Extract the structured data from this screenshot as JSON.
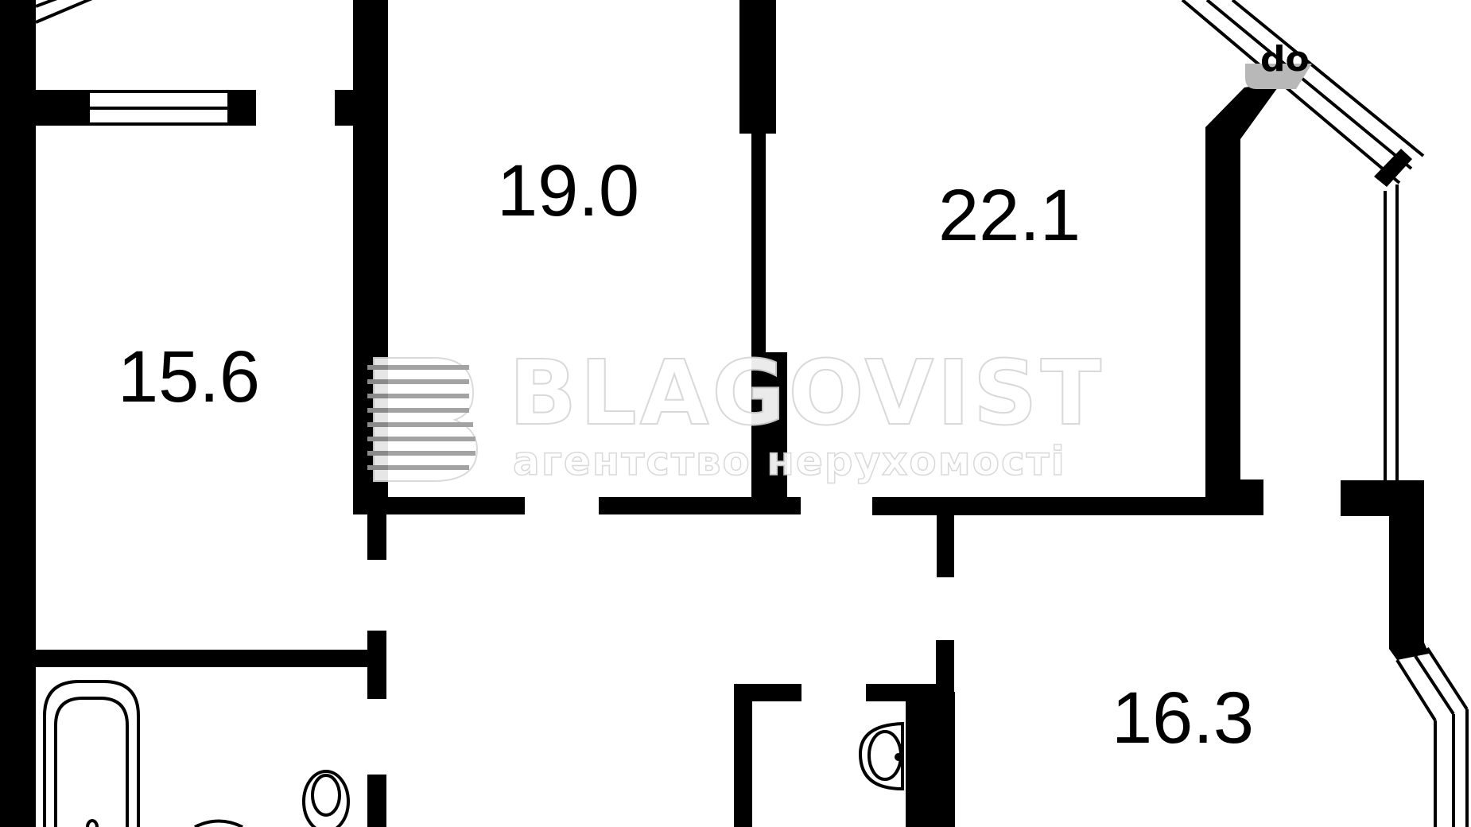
{
  "floorplan": {
    "rooms": [
      {
        "id": "room-left",
        "area": "15.6"
      },
      {
        "id": "room-center",
        "area": "19.0"
      },
      {
        "id": "room-right",
        "area": "22.1"
      },
      {
        "id": "room-lower-right",
        "area": "16.3"
      }
    ],
    "watermark": {
      "brand": "BLAGOVIST",
      "tagline": "агентство нерухомості",
      "colors": {
        "fill": "#ffffff",
        "outline": "#d6d6d6"
      }
    },
    "corner_badge": {
      "text": "do",
      "background": "#b8b8b8"
    },
    "colors": {
      "wall": "#000000",
      "background": "#ffffff"
    }
  }
}
